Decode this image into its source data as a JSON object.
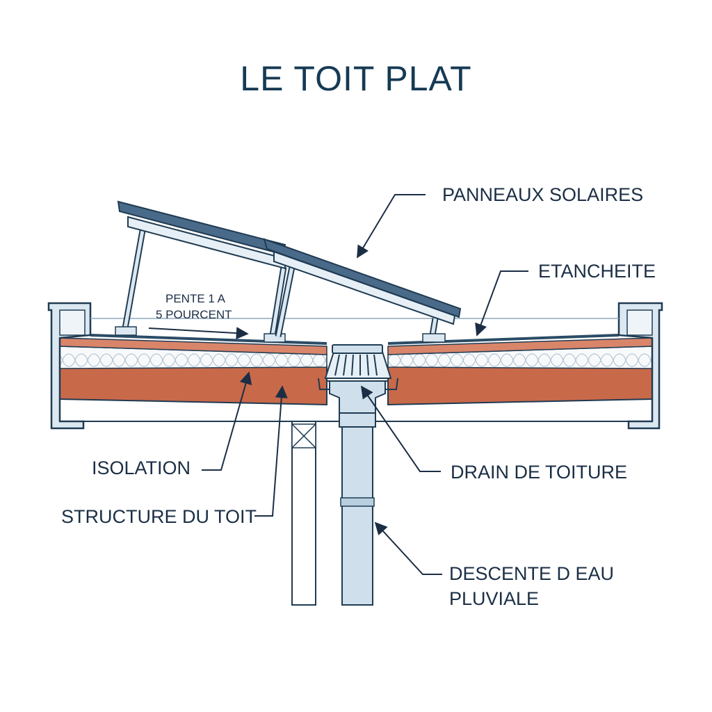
{
  "title": "LE TOIT PLAT",
  "labels": {
    "solar_panels": "PANNEAUX SOLAIRES",
    "waterproofing": "ETANCHEITE",
    "slope_line1": "PENTE 1 A",
    "slope_line2": "5 POURCENT",
    "insulation": "ISOLATION",
    "structure": "STRUCTURE DU TOIT",
    "drain": "DRAIN DE TOITURE",
    "downpipe_line1": "DESCENTE D EAU",
    "downpipe_line2": "PLUVIALE"
  },
  "colors": {
    "outline": "#1f3b52",
    "panel": "#4a6a8a",
    "metal": "#cfe0ec",
    "structure": "#c8694a",
    "membrane": "#d9856a",
    "insulation": "#f4f7f9",
    "text": "#1b2e44"
  }
}
